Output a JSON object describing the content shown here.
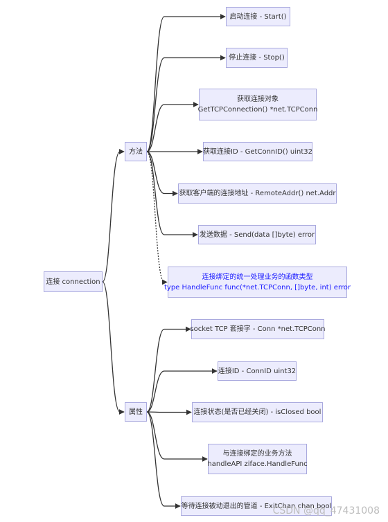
{
  "root": {
    "label": "连接 connection"
  },
  "methods": {
    "label": "方法",
    "items": [
      {
        "id": "m-start",
        "lines": [
          "启动连接 - Start()"
        ]
      },
      {
        "id": "m-stop",
        "lines": [
          "停止连接 - Stop()"
        ]
      },
      {
        "id": "m-getconn",
        "lines": [
          "获取连接对象",
          "GetTCPConnection() *net.TCPConn"
        ]
      },
      {
        "id": "m-getconnid",
        "lines": [
          "获取连接ID - GetConnID() uint32"
        ]
      },
      {
        "id": "m-remoteaddr",
        "lines": [
          "获取客户端的连接地址 - RemoteAddr() net.Addr"
        ]
      },
      {
        "id": "m-send",
        "lines": [
          "发送数据 - Send(data []byte) error"
        ]
      },
      {
        "id": "m-handlefunc",
        "lines": [
          "连接绑定的统一处理业务的函数类型",
          "type HandleFunc func(*net.TCPConn, []byte, int) error"
        ],
        "dotted": true
      }
    ]
  },
  "attributes": {
    "label": "属性",
    "items": [
      {
        "id": "a-conn",
        "lines": [
          "socket TCP 套接字 - Conn *net.TCPConn"
        ]
      },
      {
        "id": "a-connid",
        "lines": [
          "连接ID - ConnID uint32"
        ]
      },
      {
        "id": "a-isclosed",
        "lines": [
          "连接状态(是否已经关闭) - isClosed bool"
        ]
      },
      {
        "id": "a-handleapi",
        "lines": [
          "与连接绑定的业务方法",
          "handleAPI ziface.HandleFunc"
        ]
      },
      {
        "id": "a-exitchan",
        "lines": [
          "等待连接被动退出的管道 - ExitChan chan bool"
        ]
      }
    ]
  },
  "watermark": "CSDN @qq_47431008",
  "colors": {
    "node_fill": "#ececfd",
    "node_border": "#a9a9de",
    "edge": "#333333",
    "text": "#333333",
    "note_text": "#1a1aff"
  }
}
